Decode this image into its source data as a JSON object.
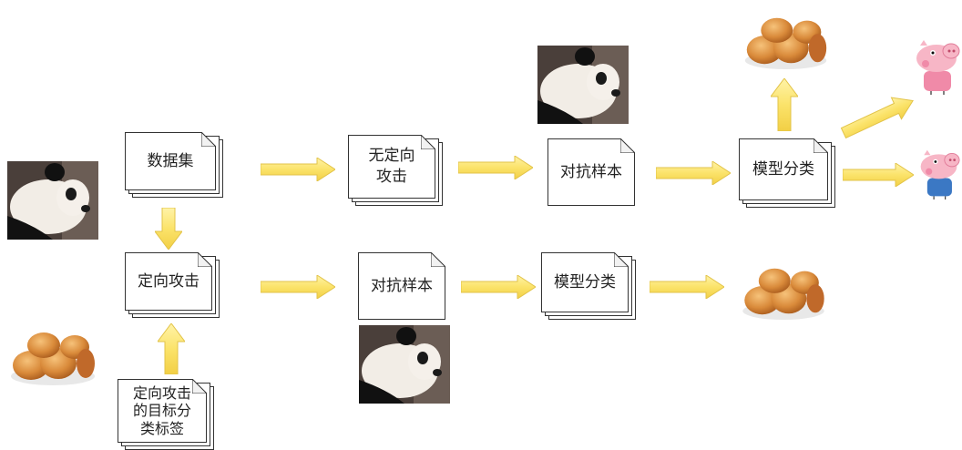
{
  "diagram": {
    "boxes": {
      "dataset": "数据集",
      "targeted_attack": "定向攻击",
      "target_label_line1": "定向攻击",
      "target_label_line2": "的目标分",
      "target_label_line3": "类标签",
      "untargeted_line1": "无定向",
      "untargeted_line2": "攻击",
      "adv_sample_top": "对抗样本",
      "model_classify_top": "模型分类",
      "adv_sample_bottom": "对抗样本",
      "model_classify_bottom": "模型分类"
    },
    "images": [
      "panda",
      "bread",
      "peppa-pig"
    ],
    "colors": {
      "arrow": "#fbe36a",
      "arrow_stroke": "#e8c84a",
      "border": "#333333"
    }
  }
}
